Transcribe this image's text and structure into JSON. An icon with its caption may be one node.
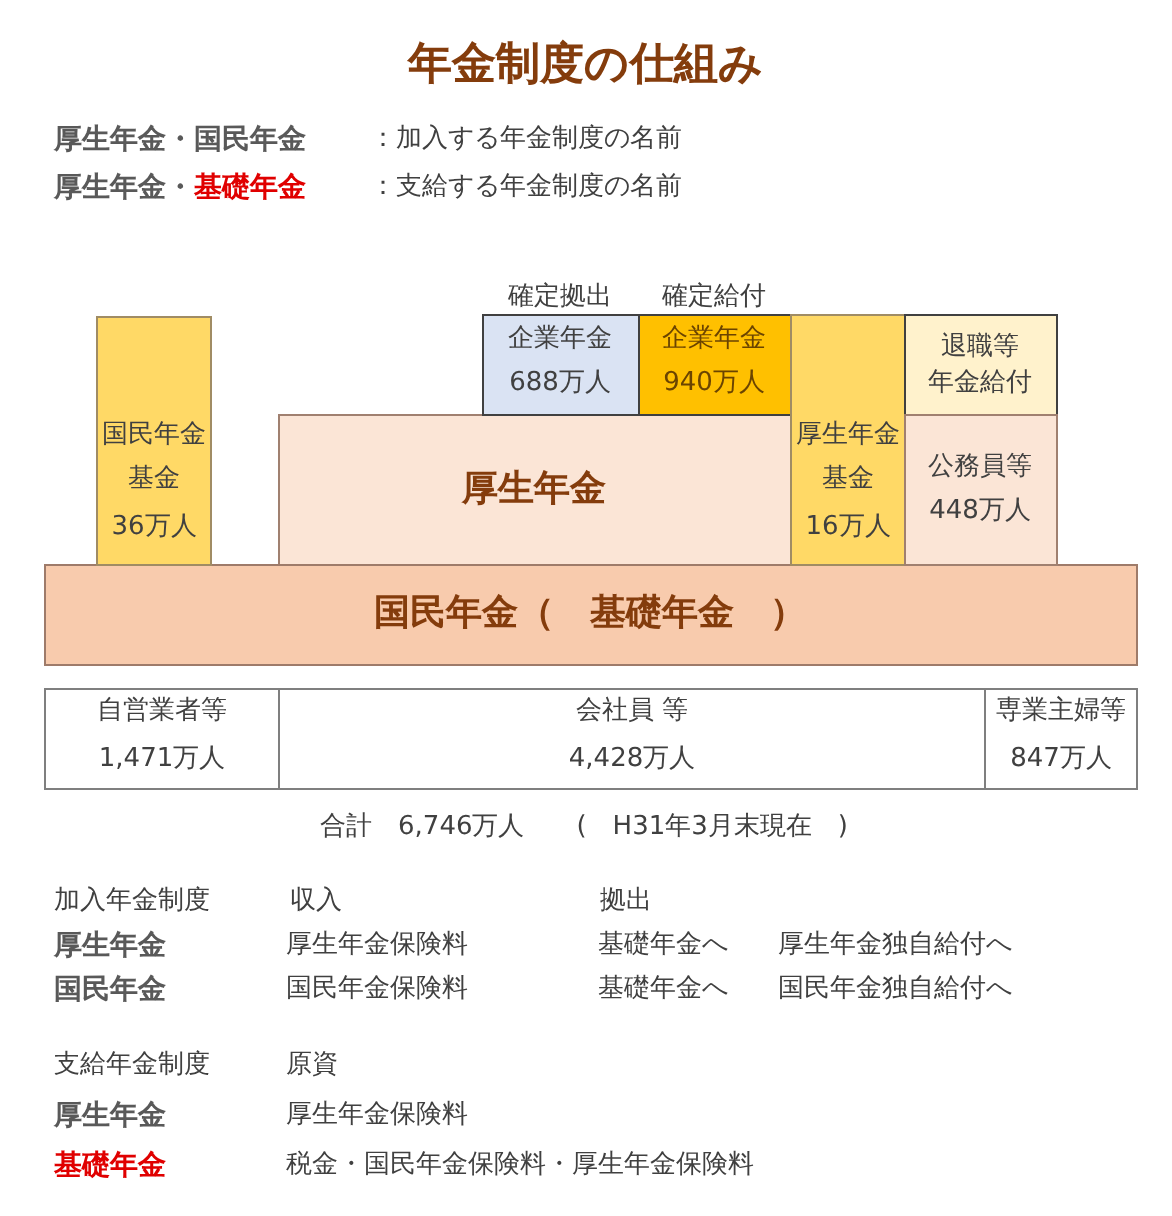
{
  "diagram": {
    "title": "年金制度の仕組み",
    "nodes": [
      {
        "text": [
          "国民年金基金",
          "36万人"
        ]
      },
      {
        "text": [
          "企業年金",
          "688万人"
        ],
        "beside": [
          "確定拠出"
        ]
      },
      {
        "text": [
          "企業年金",
          "940万人"
        ],
        "beside": [
          "確定給付"
        ]
      },
      {
        "text": [
          "厚生年金基金",
          "16万人"
        ]
      },
      {
        "text": [
          "退職等年金給付"
        ]
      },
      {
        "text": [
          "厚生年金"
        ]
      },
      {
        "text": [
          "公務員等",
          "448万人"
        ]
      },
      {
        "text": [
          "国民年金（　基礎年金　）"
        ]
      }
    ],
    "labels": [
      "厚生年金・国民年金",
      "：加入する年金制度の名前",
      "厚生年金・**基礎年金**",
      "：支給する年金制度の名前",
      "自営業者等",
      "1,471万人",
      "会社員 等",
      "4,428万人",
      "専業主婦等",
      "847万人",
      "合計　6,746万人　　(　H31年3月末現在　)",
      "加入年金制度",
      "収入",
      "拠出",
      "厚生年金",
      "厚生年金保険料",
      "基礎年金へ",
      "厚生年金独自給付へ",
      "国民年金",
      "国民年金保険料",
      "基礎年金へ",
      "国民年金独自給付へ",
      "支給年金制度",
      "原資",
      "厚生年金",
      "厚生年金保険料",
      "基礎年金",
      "税金・国民年金保険料・厚生年金保険料"
    ]
  }
}
